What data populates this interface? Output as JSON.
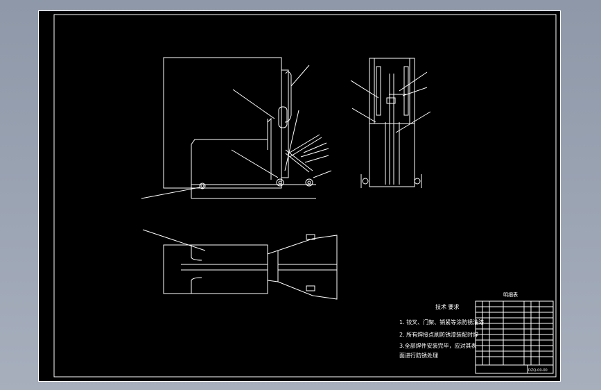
{
  "drawing": {
    "technical_requirements": {
      "title": "技术 要求",
      "items": [
        "1. 铰叉、门架、销紧等涂防锈油漆",
        "2. 所有焊接点刷防锈漆装配时焊",
        "3.全部焊件安装完毕，应对其表",
        "面进行防锈处理"
      ]
    },
    "bom_title": "明细表",
    "drawing_number": "DZQ-00-00"
  },
  "colors": {
    "background": "#000000",
    "lines": "#ffffff",
    "frame": "#ffffff",
    "outer": "#9aa3b2"
  }
}
